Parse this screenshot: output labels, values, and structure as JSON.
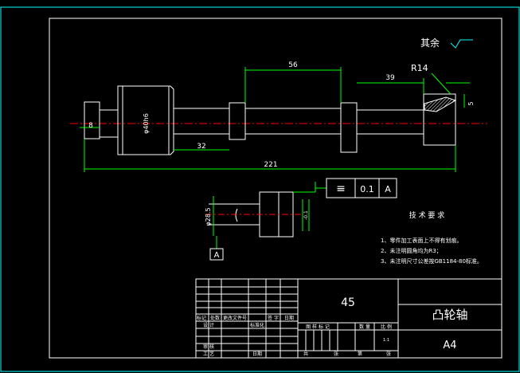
{
  "dimensions": {
    "length_56": "56",
    "length_39": "39",
    "radius": "R14",
    "dia_main": "φ40h6",
    "length_8": "8",
    "length_32": "32",
    "total_221": "221",
    "height_5": "5",
    "section_dia": "φ28.5",
    "section_tol": "-0.1",
    "section_sym": "A"
  },
  "surface_note": "其余",
  "tolerance_frame": {
    "symbol": "≡",
    "value": "0.1",
    "datum": "A"
  },
  "datum_label": "A",
  "tech_requirements": {
    "title": "技  术  要  求",
    "items": [
      "1、零件加工表面上不得有划痕。",
      "2、未注明圆角均为R3；",
      "3、未注明尺寸公差按GB1184-80标准。"
    ]
  },
  "title_block": {
    "material": "45",
    "part_name": "凸轮轴",
    "sheet_size": "A4",
    "row_labels": [
      "标记",
      "处数",
      "更改文件号",
      "签  字",
      "日期"
    ],
    "designer": "设  计",
    "standardize": "标准化",
    "audit": "审  核",
    "process": "工  艺",
    "date": "日期",
    "stage_mark": "图 样 标 记",
    "quantity": "数  量",
    "ratio": "比  例",
    "scale": "1:1",
    "total_sheets": "共",
    "sheet_word": "张",
    "sheet_no": "第",
    "sheet_word2": "张"
  },
  "colors": {
    "frame": "#ffffff",
    "dim": "#00ff00",
    "center": "#ff0000",
    "accent": "#00ffff",
    "title": "#ffff00"
  }
}
